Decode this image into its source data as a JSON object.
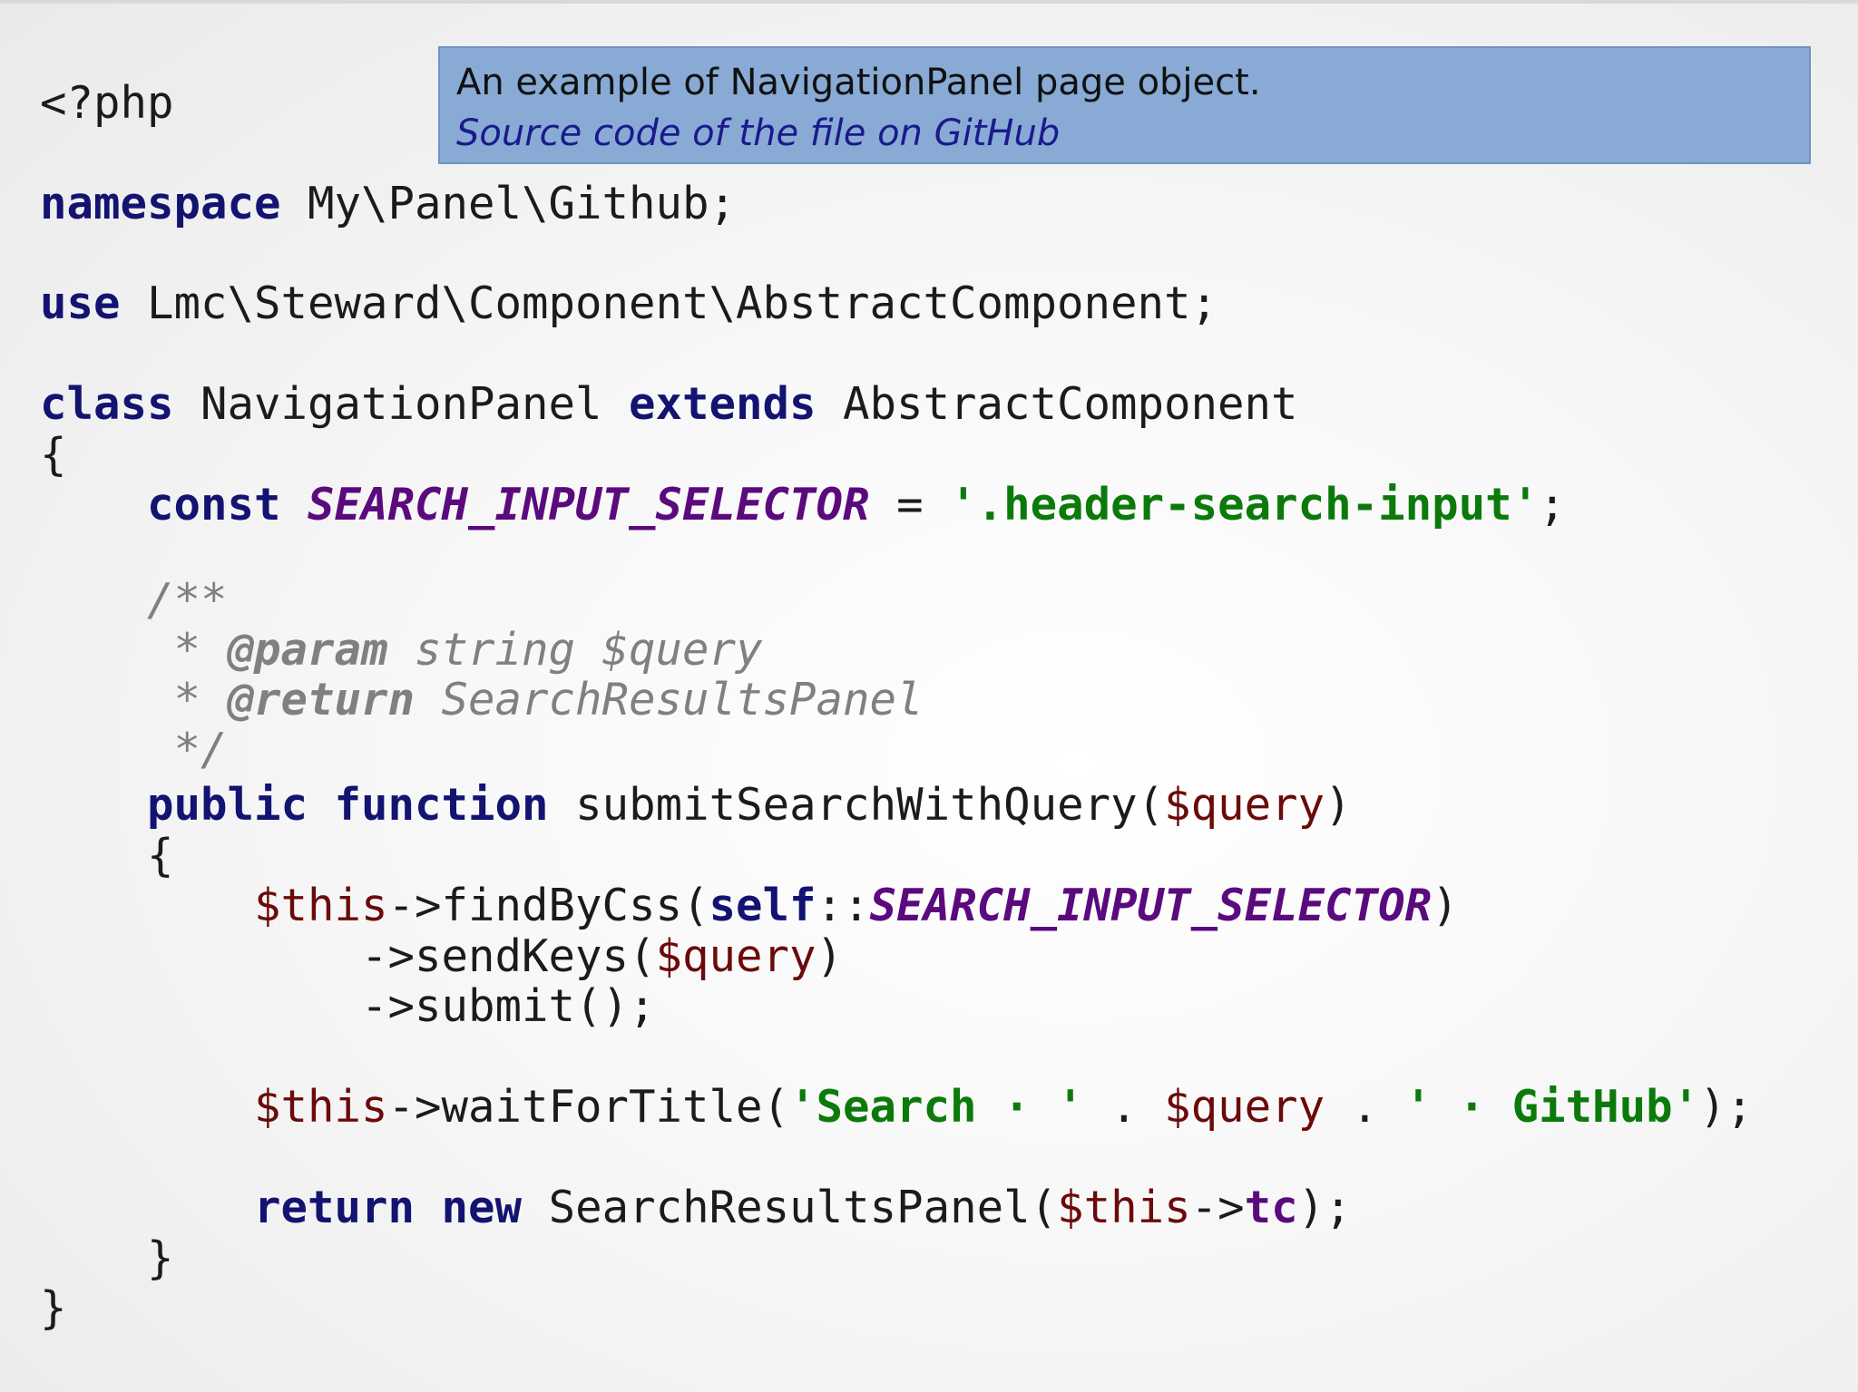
{
  "caption": {
    "title": "An example of NavigationPanel page object.",
    "link_text": "Source code of the file on GitHub"
  },
  "code": {
    "l01": "<?php",
    "l02_kw": "namespace",
    "l02_rest": " My\\Panel\\Github;",
    "l03_kw": "use",
    "l03_rest": " Lmc\\Steward\\Component\\AbstractComponent;",
    "l04_kw1": "class",
    "l04_mid": " NavigationPanel ",
    "l04_kw2": "extends",
    "l04_rest": " AbstractComponent",
    "l05": "{",
    "l06_indent": "    ",
    "l06_kw": "const",
    "l06_sp": " ",
    "l06_const": "SEARCH_INPUT_SELECTOR",
    "l06_eq": " = ",
    "l06_str": "'.header-search-input'",
    "l06_end": ";",
    "l07": "    /**",
    "l08_pre": "     * ",
    "l08_tag": "@param",
    "l08_rest": " string $query",
    "l09_pre": "     * ",
    "l09_tag": "@return",
    "l09_rest": " SearchResultsPanel",
    "l10": "     */",
    "l11_indent": "    ",
    "l11_kw1": "public",
    "l11_sp": " ",
    "l11_kw2": "function",
    "l11_name": " submitSearchWithQuery(",
    "l11_var": "$query",
    "l11_end": ")",
    "l12": "    {",
    "l13_indent": "        ",
    "l13_var": "$this",
    "l13_call": "->findByCss(",
    "l13_kw": "self",
    "l13_sep": "::",
    "l13_const": "SEARCH_INPUT_SELECTOR",
    "l13_end": ")",
    "l14_pre": "            ->sendKeys(",
    "l14_var": "$query",
    "l14_end": ")",
    "l15": "            ->submit();",
    "l16_indent": "        ",
    "l16_var": "$this",
    "l16_call": "->waitForTitle(",
    "l16_str1": "'Search · '",
    "l16_dot1": " . ",
    "l16_var2": "$query",
    "l16_dot2": " . ",
    "l16_str2": "' · GitHub'",
    "l16_end": ");",
    "l17_indent": "        ",
    "l17_kw1": "return",
    "l17_sp": " ",
    "l17_kw2": "new",
    "l17_cls": " SearchResultsPanel(",
    "l17_var": "$this",
    "l17_arrow": "->",
    "l17_prop": "tc",
    "l17_end": ");",
    "l18": "    }",
    "l19": "}"
  }
}
